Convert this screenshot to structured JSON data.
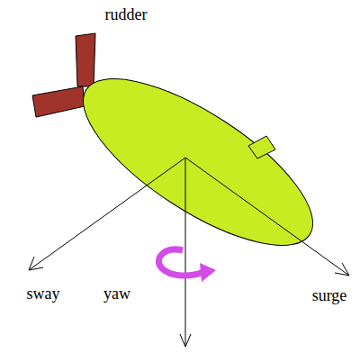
{
  "diagram": {
    "labels": [
      "rudder",
      "sway",
      "yaw",
      "surge"
    ]
  }
}
